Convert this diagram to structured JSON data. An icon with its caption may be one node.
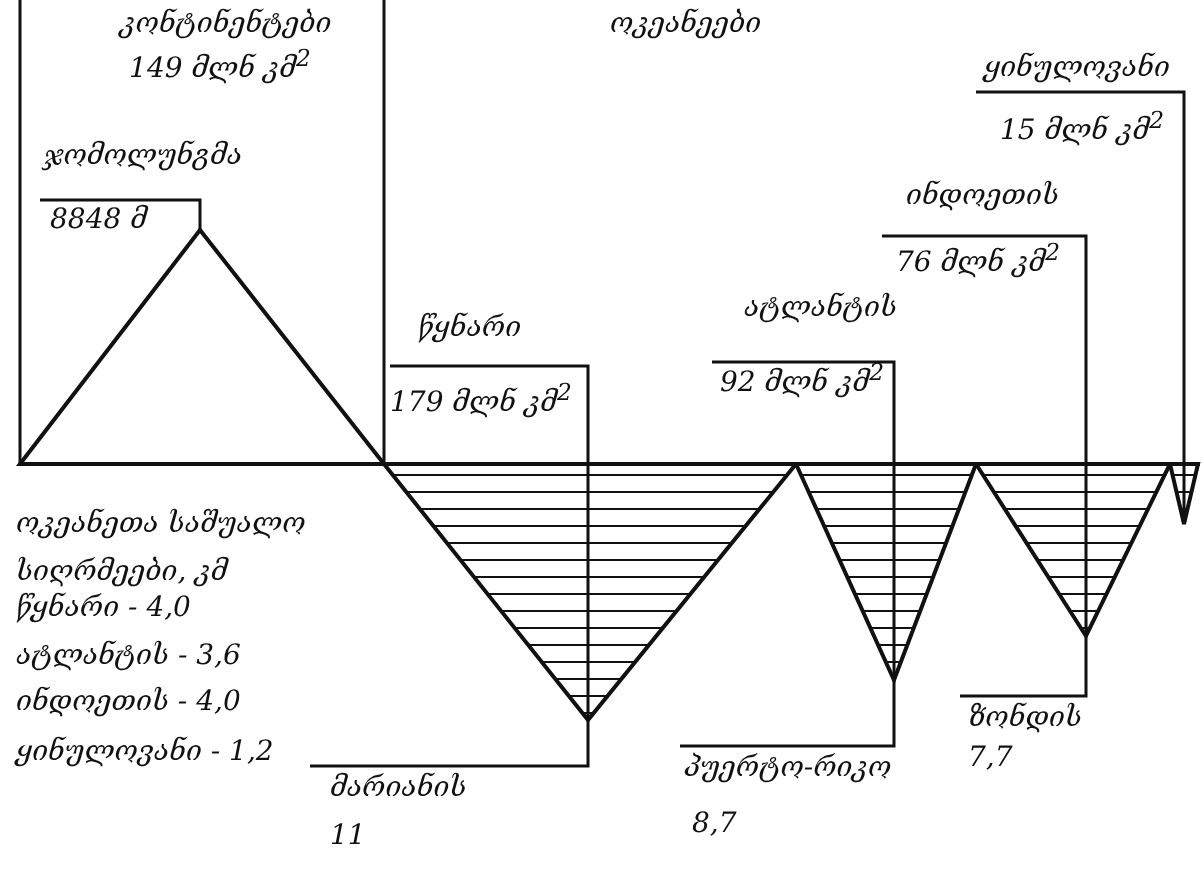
{
  "diagram": {
    "nodes": [
      {
        "text": [
          "ჯომოლუნგმა",
          "8848 მ"
        ]
      },
      {
        "text": [],
        "shape": "triangle"
      },
      {
        "text": [
          "წყნარი",
          "179 მლნ კმ$^{2}$"
        ]
      },
      {
        "text": [],
        "shape": "triangle"
      },
      {
        "text": [
          "მარიანის",
          "11"
        ]
      },
      {
        "text": [
          "ატლანტის",
          "92 მლნ კმ$^{2}$"
        ]
      },
      {
        "text": [],
        "shape": "triangle"
      },
      {
        "text": [
          "პუერტო-რიკო",
          "8,7"
        ]
      },
      {
        "text": [
          "ინდოეთის",
          "76 მლნ კმ$^{2}$"
        ]
      },
      {
        "text": [],
        "shape": "triangle"
      },
      {
        "text": [
          "ზონდის",
          "7,7"
        ]
      },
      {
        "text": [
          "ყინულოვანი",
          "15 მლნ კმ$^{2}$"
        ]
      },
      {
        "text": [],
        "shape": "triangle"
      }
    ],
    "edges": [
      {
        "from": 0,
        "to": 1,
        "arrow": "none"
      },
      {
        "from": 2,
        "to": 3,
        "arrow": "none"
      },
      {
        "from": 4,
        "to": 3,
        "arrow": "none"
      },
      {
        "from": 5,
        "to": 6,
        "arrow": "none"
      },
      {
        "from": 7,
        "to": 6,
        "arrow": "none"
      },
      {
        "from": 8,
        "to": 9,
        "arrow": "none"
      },
      {
        "from": 10,
        "to": 9,
        "arrow": "none"
      },
      {
        "from": 11,
        "to": 12,
        "arrow": "none"
      }
    ],
    "labels": [
      "კონტინენტები 149 მლნ კმ$^{2}$",
      "ოკეანეები",
      "ოკეანეთა საშუალო სიღრმეები, კმ",
      "წყნარი - 4,0",
      "ატლანტის - 3,6",
      "ინდოეთის - 4,0",
      "ყინულოვანი - 1,2"
    ]
  }
}
